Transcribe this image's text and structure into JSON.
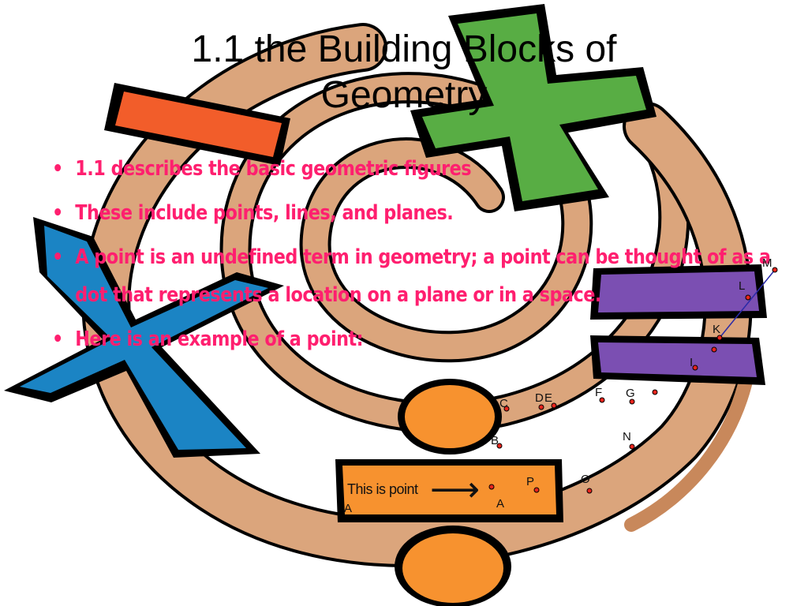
{
  "slide": {
    "title_line1": "1.1 the Building Blocks of",
    "title_line2": "Geometry",
    "bullet_char": "•",
    "bullets": [
      "1.1 describes the basic geometric figures",
      "These include points, lines, and planes.",
      "A point is an undefined term in geometry; a point can be thought of as a dot that represents a location on a plane or in a space.",
      "Here is an example of a point:"
    ]
  },
  "diagram": {
    "point_labels": [
      "A",
      "B",
      "C",
      "D",
      "E",
      "F",
      "G",
      "I",
      "K",
      "L",
      "M",
      "N",
      "O",
      "P"
    ],
    "caption": "This is point",
    "caption_letter": "A",
    "arrow": "⟶"
  },
  "colors": {
    "bullet_text": "#ff1f6f",
    "swirl": "#dba57c",
    "minus_sign": "#f25d2a",
    "plus_sign": "#58ad44",
    "times_sign": "#1b84c4",
    "equals_sign": "#7b4fb2",
    "divide_sign": "#f7922f",
    "point_dot": "#e8251d",
    "line": "#2a2aa8"
  },
  "icons": {
    "plus": "plus-sign-icon",
    "minus": "minus-sign-icon",
    "times": "times-sign-icon",
    "equals": "equals-sign-icon",
    "divide": "divide-sign-icon"
  }
}
